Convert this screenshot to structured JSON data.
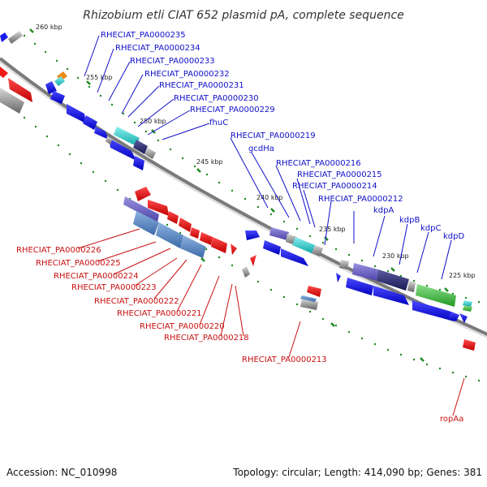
{
  "title": "Rhizobium etli CIAT 652 plasmid pA, complete sequence",
  "footer": {
    "accession": "Accession: NC_010998",
    "summary": "Topology: circular; Length: 414,090 bp; Genes: 381"
  },
  "ticks": [
    "260 kbp",
    "255 kbp",
    "250 kbp",
    "245 kbp",
    "240 kbp",
    "235 kbp",
    "230 kbp",
    "225 kbp"
  ],
  "labels_forward": [
    "RHECIAT_PA0000235",
    "RHECIAT_PA0000234",
    "RHECIAT_PA0000233",
    "RHECIAT_PA0000232",
    "RHECIAT_PA0000231",
    "RHECIAT_PA0000230",
    "RHECIAT_PA0000229",
    "fhuC",
    "RHECIAT_PA0000219",
    "gcdHa",
    "RHECIAT_PA0000216",
    "RHECIAT_PA0000215",
    "RHECIAT_PA0000214",
    "RHECIAT_PA0000212",
    "kdpA",
    "kdpB",
    "kdpC",
    "kdpD"
  ],
  "labels_reverse": [
    "RHECIAT_PA0000226",
    "RHECIAT_PA0000225",
    "RHECIAT_PA0000224",
    "RHECIAT_PA0000223",
    "RHECIAT_PA0000222",
    "RHECIAT_PA0000221",
    "RHECIAT_PA0000220",
    "RHECIAT_PA0000218",
    "RHECIAT_PA0000213",
    "ropAa"
  ],
  "colors": {
    "forward": "#1a1aee",
    "reverse": "#ee1a1a",
    "backbone": "#7a7a7a",
    "tick_mark": "#1f8a1f",
    "gc_purple": "#7066c8",
    "gc_steel": "#5a8ec8",
    "gc_cyan": "#22cccc",
    "gc_green": "#33bb33",
    "gc_navy": "#2a2a70",
    "gc_grey": "#777777",
    "gc_orange": "#ee8a11"
  }
}
